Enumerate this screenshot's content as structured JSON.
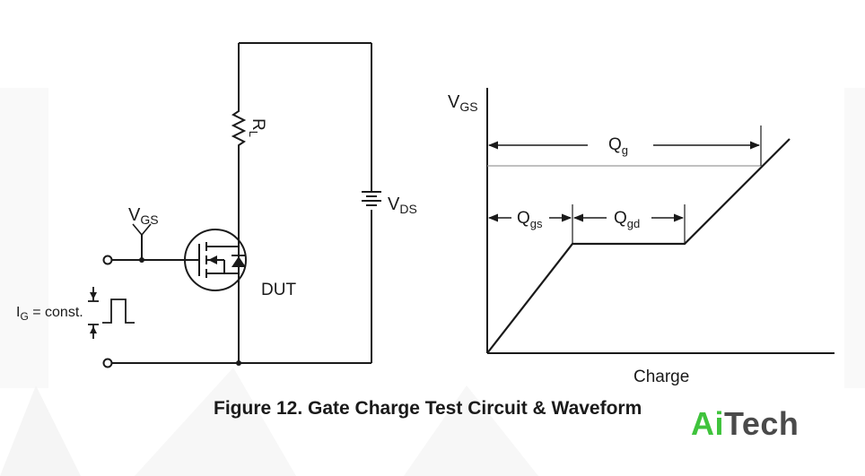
{
  "circuit": {
    "vgs_main": "V",
    "vgs_sub": "GS",
    "rl_main": "R",
    "rl_sub": "L",
    "vds_main": "V",
    "vds_sub": "DS",
    "dut": "DUT",
    "ig_main": "I",
    "ig_sub": "G",
    "ig_rest": " = const."
  },
  "waveform": {
    "axis_y_main": "V",
    "axis_y_sub": "GS",
    "axis_x": "Charge",
    "qg_main": "Q",
    "qg_sub": "g",
    "qgs_main": "Q",
    "qgs_sub": "gs",
    "qgd_main": "Q",
    "qgd_sub": "gd"
  },
  "caption": "Figure 12. Gate Charge Test Circuit & Waveform",
  "brand": {
    "part1": "Ai",
    "part2": "Tech",
    "colors": {
      "part1": "#3fc33c",
      "part2": "#4a4a4a"
    }
  }
}
